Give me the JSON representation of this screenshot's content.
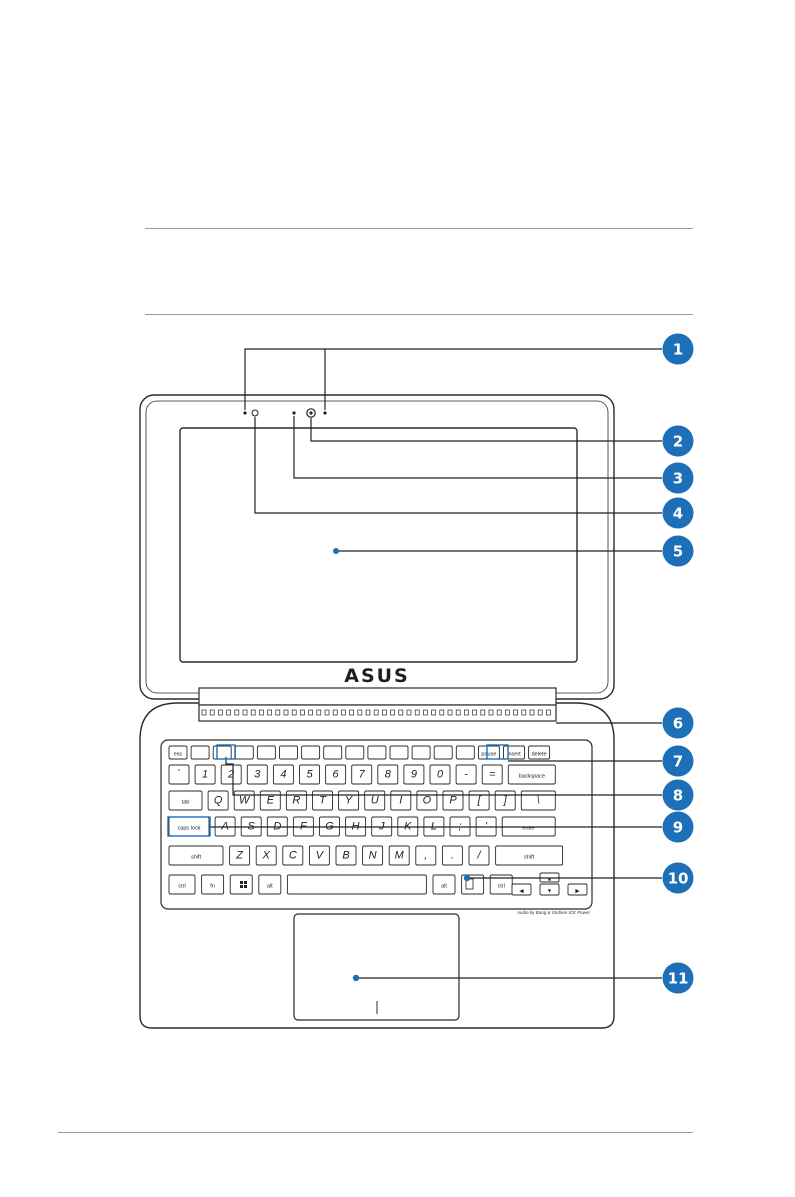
{
  "brand": "ASUS",
  "audio_label": "Audio by Bang & Olufsen ICE Power",
  "callouts": [
    "1",
    "2",
    "3",
    "4",
    "5",
    "6",
    "7",
    "8",
    "9",
    "10",
    "11"
  ],
  "keyboard": {
    "row0": [
      "esc",
      "",
      "",
      "",
      "",
      "",
      "",
      "",
      "",
      "",
      "",
      "",
      "",
      "",
      "pause",
      "insert",
      "delete"
    ],
    "row1": [
      "`",
      "1",
      "2",
      "3",
      "4",
      "5",
      "6",
      "7",
      "8",
      "9",
      "0",
      "-",
      "=",
      "backspace"
    ],
    "row2": [
      "tab",
      "Q",
      "W",
      "E",
      "R",
      "T",
      "Y",
      "U",
      "I",
      "O",
      "P",
      "[",
      "]",
      "\\"
    ],
    "row3": [
      "caps lock",
      "A",
      "S",
      "D",
      "F",
      "G",
      "H",
      "J",
      "K",
      "L",
      ";",
      "'",
      "enter"
    ],
    "row4": [
      "shift",
      "Z",
      "X",
      "C",
      "V",
      "B",
      "N",
      "M",
      ",",
      ".",
      "/",
      "shift"
    ],
    "row5": [
      "ctrl",
      "fn",
      "win",
      "alt",
      "space",
      "alt",
      "menu",
      "ctrl"
    ],
    "arrows": [
      "▲",
      "◀",
      "▼",
      "▶"
    ]
  },
  "colors": {
    "accent": "#1d6fb8",
    "outline": "#2b2b2b"
  }
}
